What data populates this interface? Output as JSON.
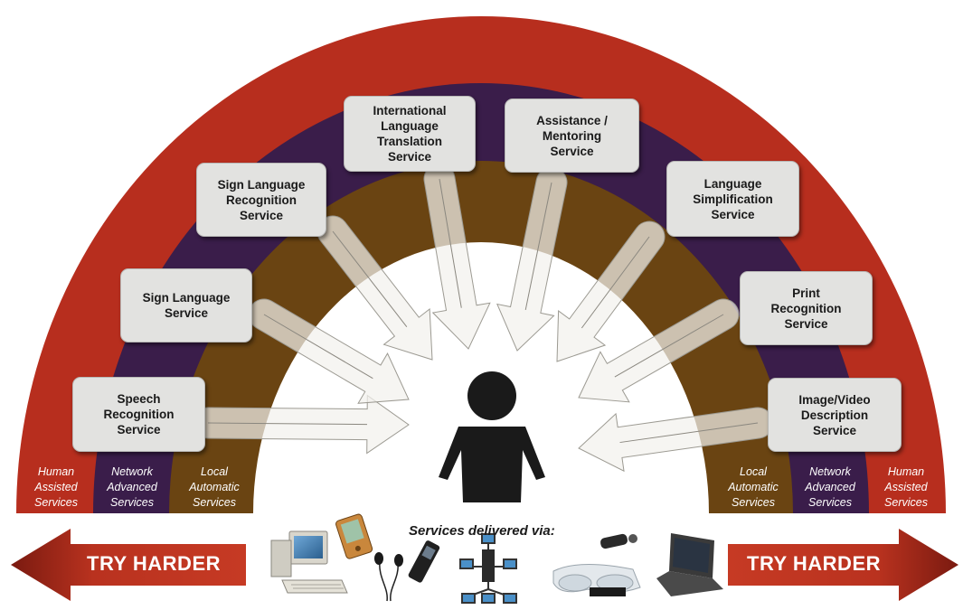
{
  "colors": {
    "outer_ring": "#b72e1e",
    "middle_ring": "#3a1d4a",
    "inner_ring": "#6a4412",
    "box_fill": "#e2e2e0",
    "arrow_fill": "#f2f1ed"
  },
  "services": [
    {
      "id": "speech-recognition",
      "label": "Speech\nRecognition\nService"
    },
    {
      "id": "sign-language",
      "label": "Sign Language\nService"
    },
    {
      "id": "sign-language-recognition",
      "label": "Sign Language\nRecognition\nService"
    },
    {
      "id": "international-language-translation",
      "label": "International\nLanguage\nTranslation\nService"
    },
    {
      "id": "assistance-mentoring",
      "label": "Assistance /\nMentoring\nService"
    },
    {
      "id": "language-simplification",
      "label": "Language\nSimplification\nService"
    },
    {
      "id": "print-recognition",
      "label": "Print\nRecognition\nService"
    },
    {
      "id": "image-video-description",
      "label": "Image/Video\nDescription\nService"
    }
  ],
  "ring_labels": {
    "left": {
      "human": "Human\nAssisted\nServices",
      "network": "Network\nAdvanced\nServices",
      "local": "Local\nAutomatic\nServices"
    },
    "right": {
      "local": "Local\nAutomatic\nServices",
      "network": "Network\nAdvanced\nServices",
      "human": "Human\nAssisted\nServices"
    }
  },
  "bottom": {
    "try_left": "TRY HARDER",
    "try_right": "TRY HARDER",
    "delivered_via": "Services delivered via:",
    "devices": [
      "desktop-computer-icon",
      "pda-icon",
      "earbuds-icon",
      "mobile-phone-icon",
      "network-icon",
      "smart-glasses-icon",
      "laptop-icon"
    ]
  },
  "center": {
    "figure": "user-silhouette-icon"
  }
}
